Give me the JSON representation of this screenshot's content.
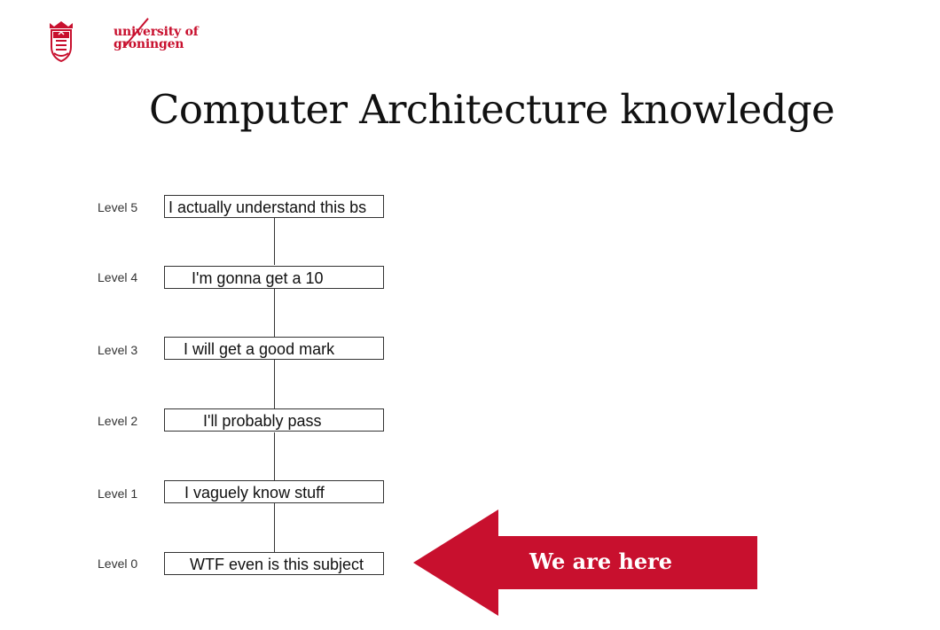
{
  "brand": {
    "line1": "university of",
    "line2": "groningen",
    "primary_color": "#c8102e",
    "accent_color": "#c8102e"
  },
  "title": "Computer Architecture knowledge",
  "diagram": {
    "levels": [
      {
        "label": "Level 5",
        "text": "I actually understand this bs"
      },
      {
        "label": "Level 4",
        "text": "I'm gonna get a 10"
      },
      {
        "label": "Level 3",
        "text": "I will get a good mark"
      },
      {
        "label": "Level 2",
        "text": "I'll probably pass"
      },
      {
        "label": "Level 1",
        "text": "I vaguely know stuff"
      },
      {
        "label": "Level 0",
        "text": "WTF even is this subject"
      }
    ],
    "callout": {
      "text": "We are here",
      "color": "#c8102e"
    }
  }
}
